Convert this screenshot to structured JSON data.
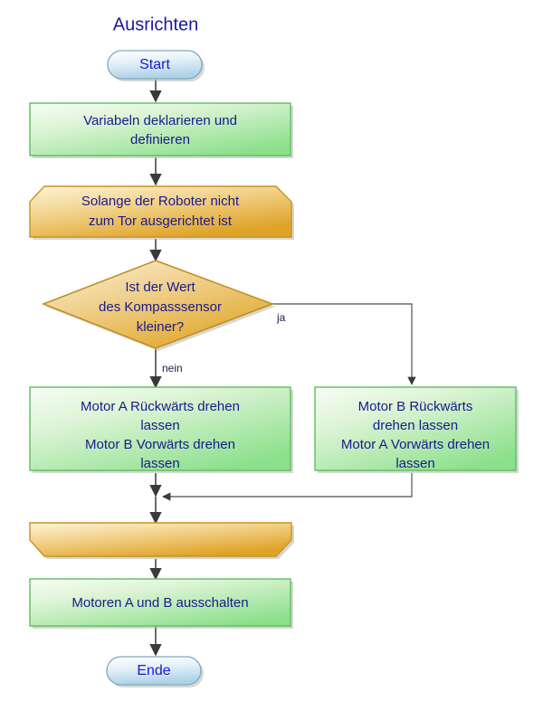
{
  "diagram": {
    "title": "Ausrichten",
    "language": "de",
    "type": "flowchart",
    "colors": {
      "title_text": "#1a1a9e",
      "node_text": "#1a1a8c",
      "terminator_text": "#1a1ad0",
      "process_fill_light": "#f2fbf0",
      "process_fill_dark": "#8ce08c",
      "process_border": "#5cbf5c",
      "loop_fill_light": "#fdf2cf",
      "loop_fill_dark": "#dfa327",
      "loop_border": "#c9921f",
      "decision_fill_light": "#fbf0d2",
      "decision_fill_dark": "#e0a82c",
      "decision_border": "#c08c19",
      "terminator_fill_light": "#ffffff",
      "terminator_fill_dark": "#b3d6e8",
      "terminator_border": "#7fa8bd",
      "connector": "#6b6b6b",
      "background": "#ffffff"
    },
    "nodes": [
      {
        "id": "start",
        "shape": "terminator",
        "label": "Start",
        "lines": [
          "Start"
        ]
      },
      {
        "id": "declare-variables",
        "shape": "process",
        "label": "Variabeln deklarieren und definieren",
        "lines": [
          "Variabeln deklarieren und",
          "definieren"
        ]
      },
      {
        "id": "loop-start",
        "shape": "loop-start",
        "label": "Solange der Roboter nicht zum Tor ausgerichtet ist",
        "lines": [
          "Solange der Roboter nicht",
          "zum Tor ausgerichtet ist"
        ]
      },
      {
        "id": "decision-compass",
        "shape": "decision",
        "label": "Ist der Wert des Kompasssensor kleiner?",
        "lines": [
          "Ist der Wert",
          "des Kompasssensor",
          "kleiner?"
        ]
      },
      {
        "id": "motor-a-backward",
        "shape": "process",
        "label": "Motor A Rückwärts drehen lassen Motor B Vorwärts drehen lassen",
        "lines": [
          "Motor A Rückwärts drehen",
          "lassen",
          "Motor B Vorwärts drehen",
          "lassen"
        ]
      },
      {
        "id": "motor-b-backward",
        "shape": "process",
        "label": "Motor B Rückwärts drehen lassen Motor A Vorwärts drehen lassen",
        "lines": [
          "Motor B Rückwärts",
          "drehen lassen",
          "Motor A Vorwärts drehen",
          "lassen"
        ]
      },
      {
        "id": "loop-end",
        "shape": "loop-end",
        "label": "",
        "lines": []
      },
      {
        "id": "motors-off",
        "shape": "process",
        "label": "Motoren A und B ausschalten",
        "lines": [
          "Motoren A und B ausschalten"
        ]
      },
      {
        "id": "end",
        "shape": "terminator",
        "label": "Ende",
        "lines": [
          "Ende"
        ]
      }
    ],
    "edges": [
      {
        "id": "e-start-declare",
        "from": "start",
        "to": "declare-variables",
        "label": ""
      },
      {
        "id": "e-declare-loopstart",
        "from": "declare-variables",
        "to": "loop-start",
        "label": ""
      },
      {
        "id": "e-loopstart-decision",
        "from": "loop-start",
        "to": "decision-compass",
        "label": ""
      },
      {
        "id": "e-decision-yes",
        "from": "decision-compass",
        "to": "motor-b-backward",
        "label": "ja"
      },
      {
        "id": "e-decision-no",
        "from": "decision-compass",
        "to": "motor-a-backward",
        "label": "nein"
      },
      {
        "id": "e-motora-loopend",
        "from": "motor-a-backward",
        "to": "loop-end",
        "label": ""
      },
      {
        "id": "e-motorb-merge",
        "from": "motor-b-backward",
        "to": "loop-end",
        "label": ""
      },
      {
        "id": "e-loopend-motorsoff",
        "from": "loop-end",
        "to": "motors-off",
        "label": ""
      },
      {
        "id": "e-motorsoff-end",
        "from": "motors-off",
        "to": "end",
        "label": ""
      }
    ]
  }
}
